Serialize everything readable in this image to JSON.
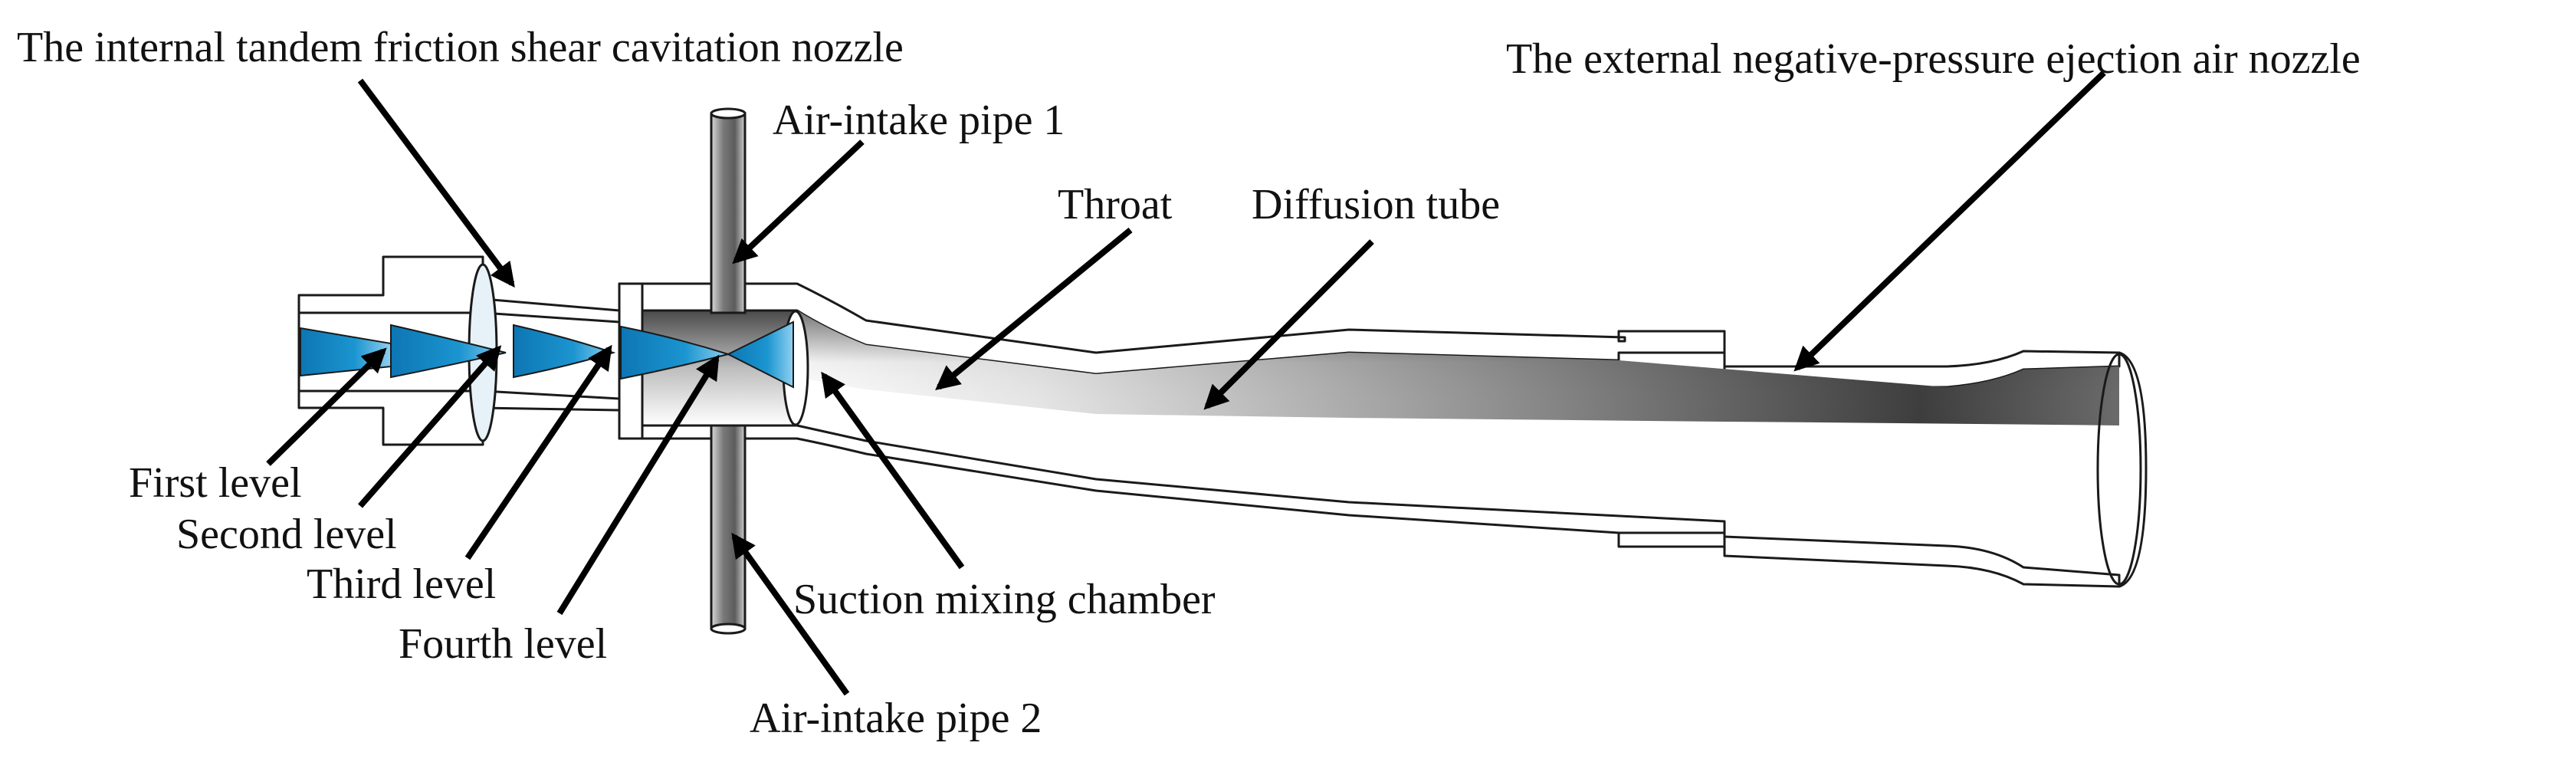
{
  "labels": {
    "internal_nozzle": "The internal tandem friction shear cavitation nozzle",
    "external_nozzle": "The external negative-pressure ejection air nozzle",
    "air_intake_1": "Air-intake pipe 1",
    "air_intake_2": "Air-intake pipe 2",
    "throat": "Throat",
    "diffusion_tube": "Diffusion tube",
    "suction_chamber": "Suction mixing chamber",
    "first_level": "First level",
    "second_level": "Second level",
    "third_level": "Third level",
    "fourth_level": "Fourth level"
  },
  "colors": {
    "cavitation_cone": "#1a8fc9",
    "cavitation_cone_light": "#7cc6ea",
    "outline": "#1a1a1a",
    "bore_dark": "#3a3a3a",
    "bore_light": "#ffffff",
    "arrow": "#000000"
  }
}
